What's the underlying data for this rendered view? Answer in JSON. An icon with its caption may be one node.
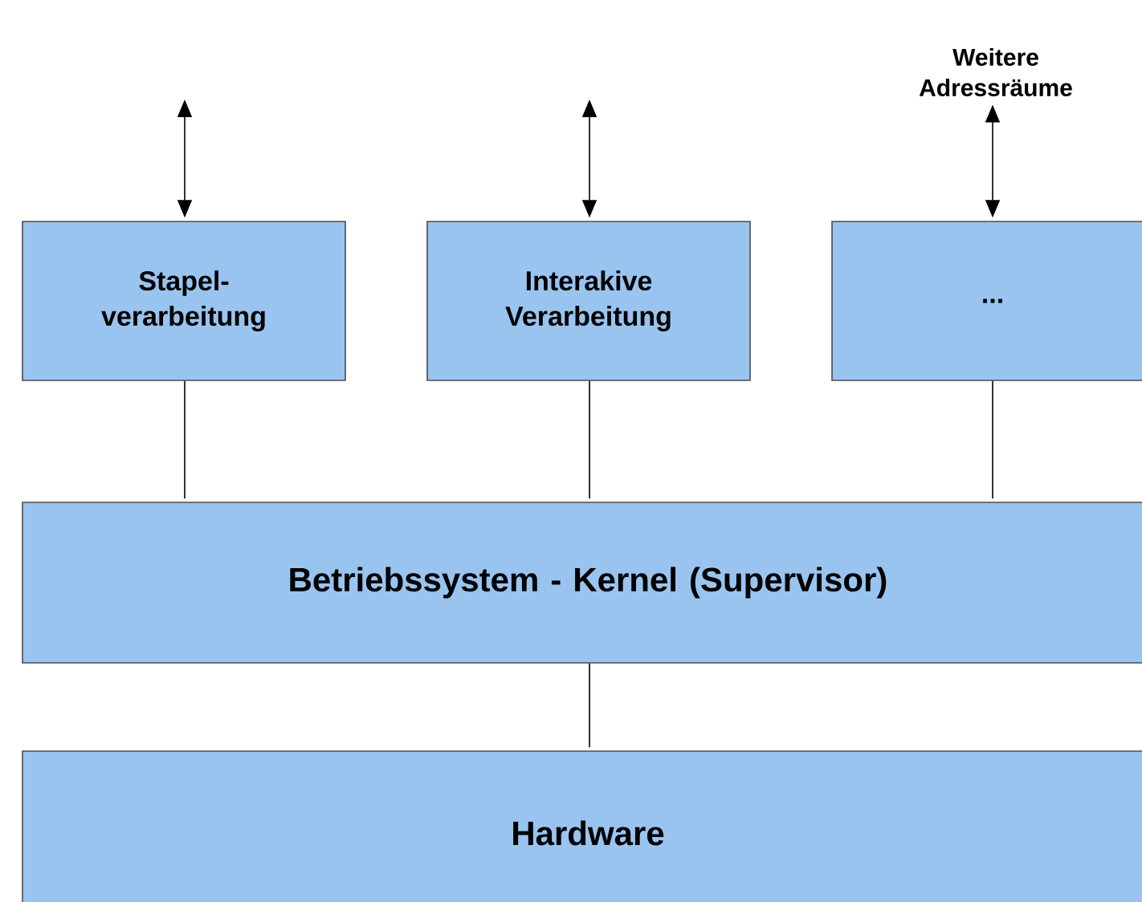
{
  "diagram": {
    "nodes": [
      {
        "text": [
          "Weitere Adressräume"
        ]
      },
      {
        "text": [
          "Stapel- verarbeitung"
        ]
      },
      {
        "text": [
          "Interakive Verarbeitung"
        ]
      },
      {
        "text": [
          "..."
        ]
      },
      {
        "text": [
          "Betriebssystem - Kernel (Supervisor)"
        ]
      },
      {
        "text": [
          "Hardware"
        ]
      }
    ],
    "edges": [
      {
        "from": null,
        "to": 1,
        "arrow": "both"
      },
      {
        "from": null,
        "to": 2,
        "arrow": "both"
      },
      {
        "from": 0,
        "to": 3,
        "arrow": "both"
      },
      {
        "from": 1,
        "to": 4,
        "arrow": "none"
      },
      {
        "from": 2,
        "to": 4,
        "arrow": "none"
      },
      {
        "from": 3,
        "to": 4,
        "arrow": "none"
      },
      {
        "from": 4,
        "to": 5,
        "arrow": "none"
      }
    ]
  }
}
